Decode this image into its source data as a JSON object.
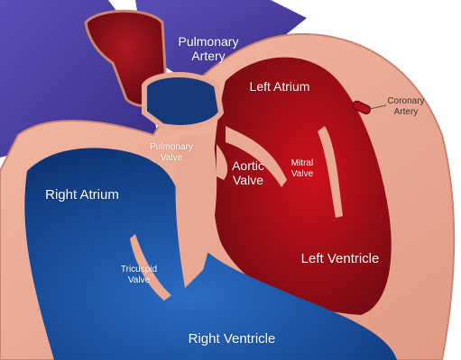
{
  "colors": {
    "background": "#ffffff",
    "tissue": "#e8a892",
    "tissue_edge": "#c98370",
    "vessel_purple": "#4a3a9e",
    "right_blue_light": "#2a6cc4",
    "right_blue_dark": "#0d3475",
    "left_red_light": "#d0101a",
    "left_red_dark": "#6a0a12",
    "label_light": "#ffffff",
    "label_dark": "#333333"
  },
  "labels": {
    "pulmonary_artery": "Pulmonary\nArtery",
    "left_atrium": "Left Atrium",
    "coronary_artery": "Coronary\nArtery",
    "pulmonary_valve": "Pulmonary\nValve",
    "aortic_valve": "Aortic\nValve",
    "mitral_valve": "Mitral\nValve",
    "right_atrium": "Right Atrium",
    "tricuspid_valve": "Tricuspid\nValve",
    "left_ventricle": "Left Ventricle",
    "right_ventricle": "Right Ventricle"
  }
}
